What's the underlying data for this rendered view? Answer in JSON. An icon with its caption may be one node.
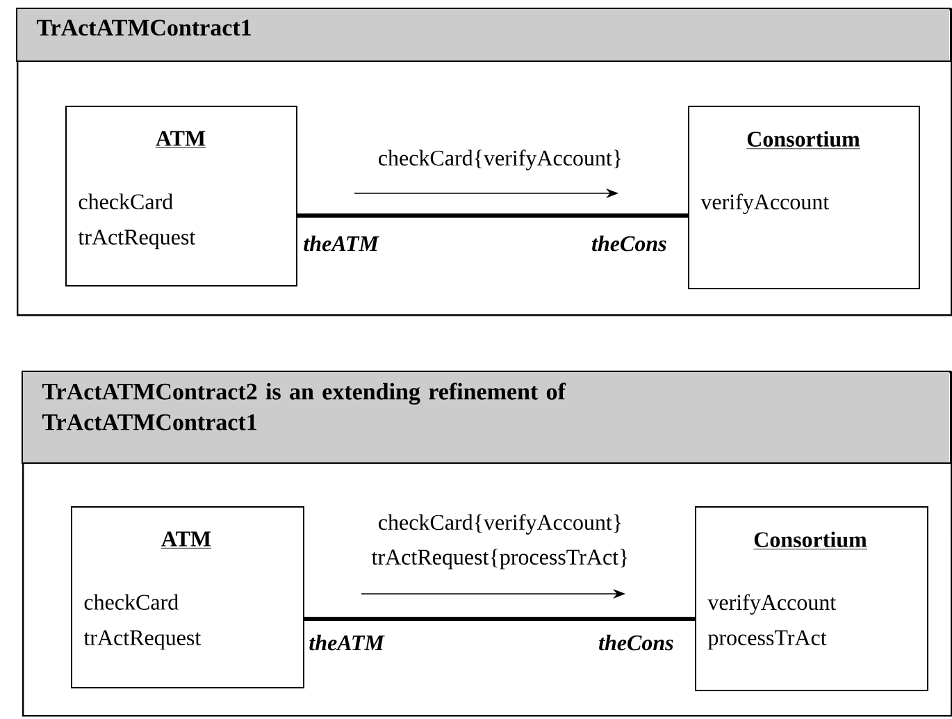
{
  "diagram": {
    "nodes": [
      {
        "text": [
          "TrActATMContract1"
        ]
      },
      {
        "text": [
          "ATM",
          "checkCard",
          "trActRequest"
        ],
        "in": 0
      },
      {
        "text": [
          "Consortium",
          "verifyAccount"
        ],
        "in": 0
      },
      {
        "text": [
          "TrActATMContract2 is an extending refinement of TrActATMContract1"
        ]
      },
      {
        "text": [
          "ATM",
          "checkCard",
          "trActRequest"
        ],
        "in": 3
      },
      {
        "text": [
          "Consortium",
          "verifyAccount",
          "processTrAct"
        ],
        "in": 3
      }
    ],
    "edges": [
      {
        "from": 1,
        "to": 2,
        "arrow": "none"
      },
      {
        "from": 4,
        "to": 5,
        "arrow": "none"
      }
    ],
    "labels": [
      "checkCard{verifyAccount}",
      "theATM",
      "theCons",
      "checkCard{verifyAccount}",
      "trActRequest{processTrAct}",
      "theATM",
      "theCons"
    ]
  }
}
